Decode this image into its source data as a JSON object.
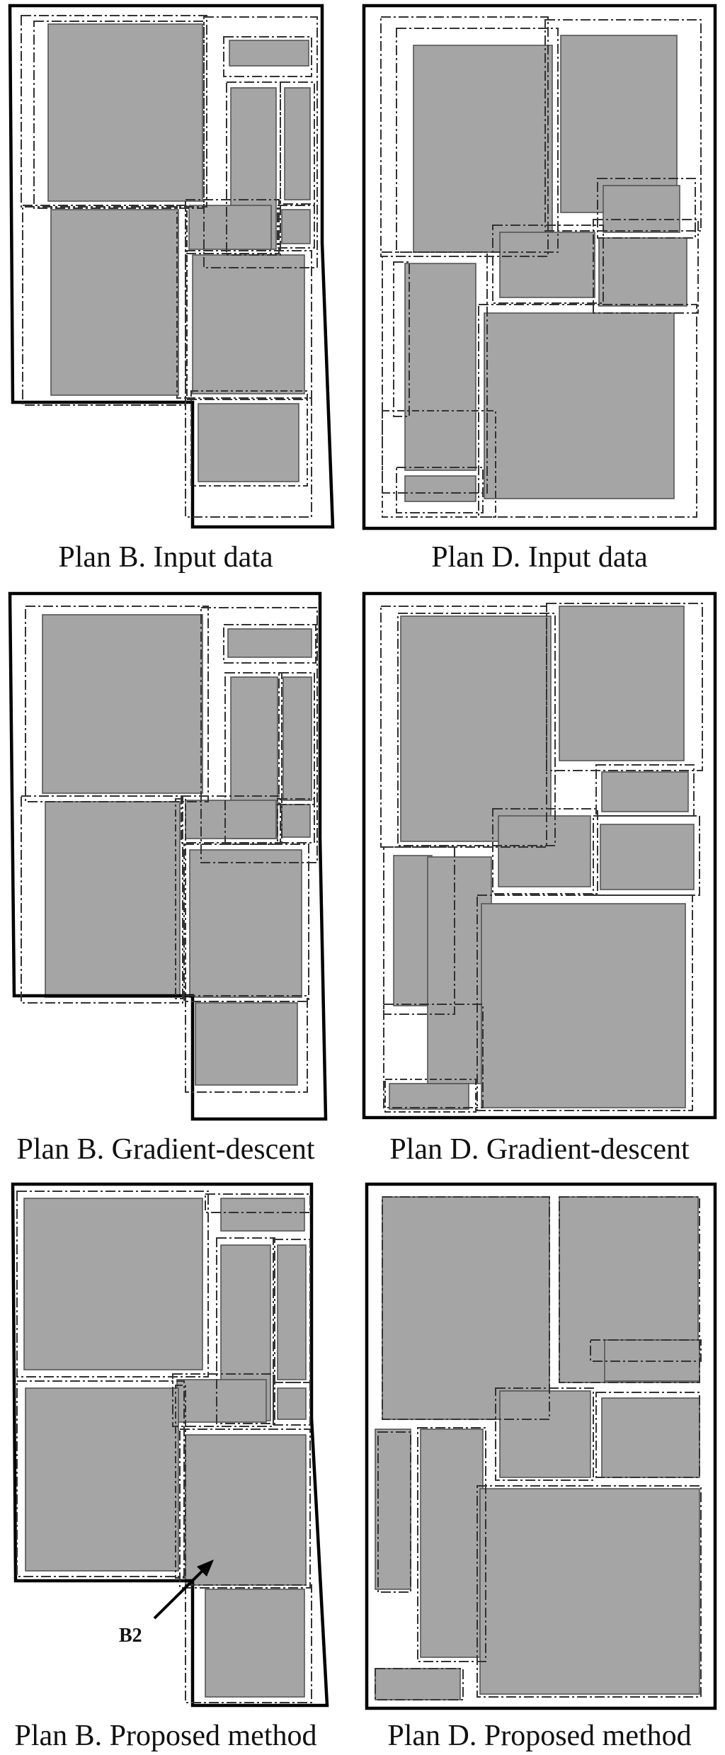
{
  "panels": [
    {
      "id": "plan-b-input",
      "caption": "Plan B. Input data"
    },
    {
      "id": "plan-d-input",
      "caption": "Plan D. Input data"
    },
    {
      "id": "plan-b-gradient",
      "caption": "Plan B. Gradient-descent"
    },
    {
      "id": "plan-d-gradient",
      "caption": "Plan D. Gradient-descent"
    },
    {
      "id": "plan-b-proposed",
      "caption": "Plan B. Proposed method"
    },
    {
      "id": "plan-d-proposed",
      "caption": "Plan D. Proposed method"
    }
  ],
  "annotation": {
    "label": "B2"
  },
  "colors": {
    "room_fill": "#a5a5a5",
    "boundary": "#000000",
    "dash_line": "#333333"
  }
}
